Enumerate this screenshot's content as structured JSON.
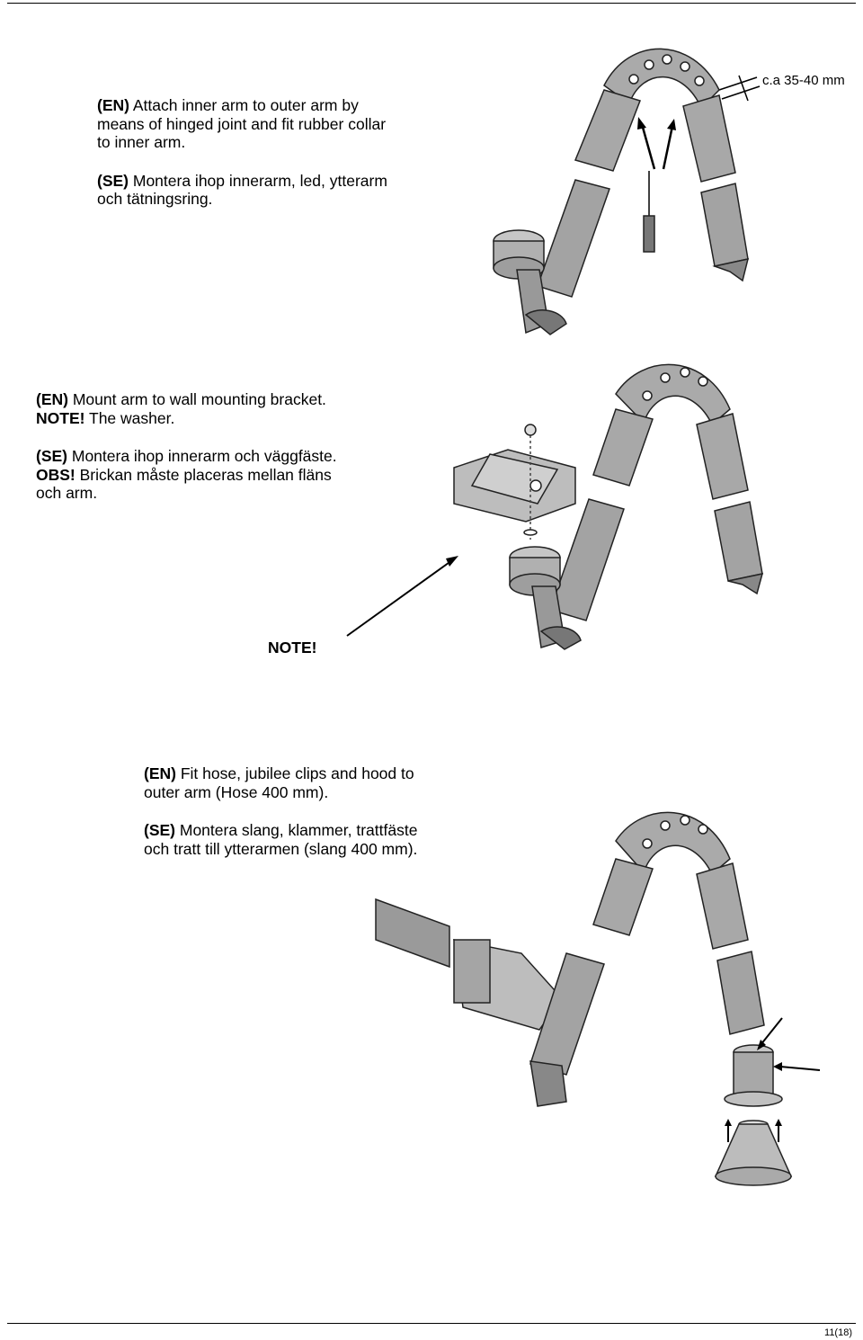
{
  "step1": {
    "en_tag": "(EN)",
    "en_text": "Attach inner arm to outer arm by",
    "en_line2": "means of hinged joint and fit rubber collar",
    "en_line3": "to inner arm.",
    "se_tag": "(SE)",
    "se_text": "Montera ihop innerarm, led, ytterarm",
    "se_line2": "och tätningsring.",
    "dimension_label": "c.a 35-40 mm"
  },
  "step2": {
    "en_tag": "(EN)",
    "en_text": "Mount arm to wall mounting bracket.",
    "note_tag": "NOTE!",
    "note_text": "The washer.",
    "se_tag": "(SE)",
    "se_text": "Montera ihop innerarm och väggfäste.",
    "obs_tag": "OBS!",
    "obs_text": "Brickan måste placeras mellan fläns",
    "obs_line2": "och arm.",
    "callout_label": "NOTE!"
  },
  "step3": {
    "en_tag": "(EN)",
    "en_text": "Fit hose, jubilee clips and hood to",
    "en_line2": "outer arm (Hose 400 mm).",
    "se_tag": "(SE)",
    "se_text": "Montera slang, klammer, trattfäste",
    "se_line2": "och tratt till ytterarmen (slang 400 mm)."
  },
  "footer": {
    "page_number": "11(18)"
  }
}
